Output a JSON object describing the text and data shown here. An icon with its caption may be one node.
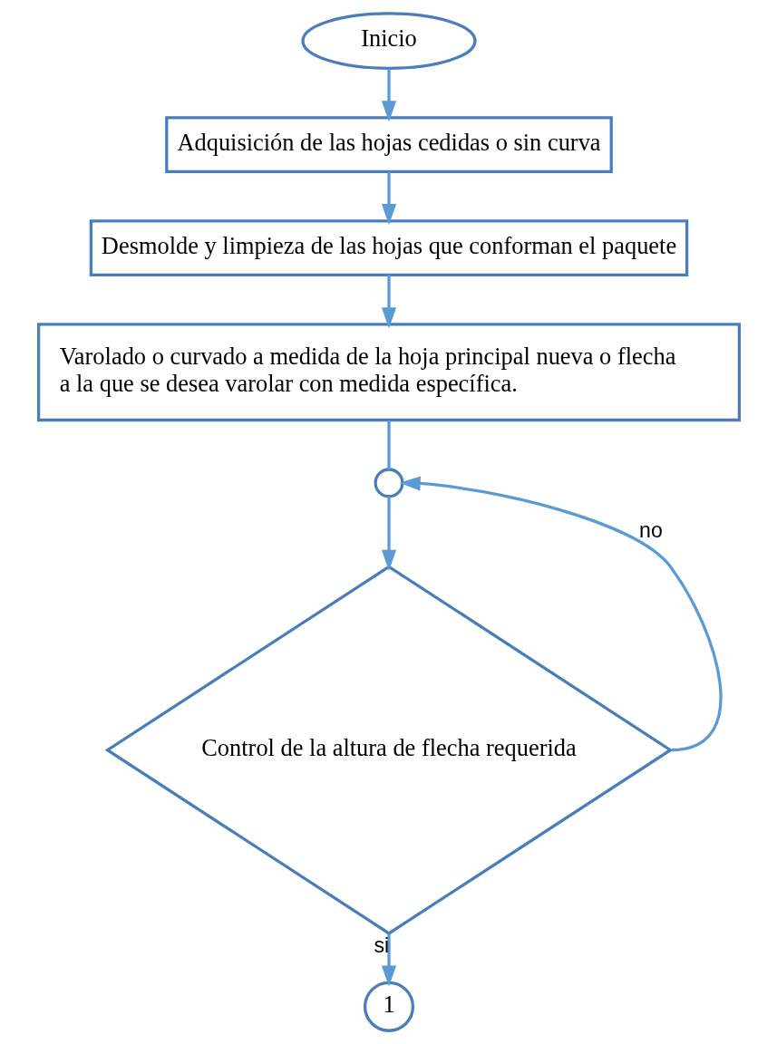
{
  "diagram": {
    "nodes": [
      {
        "text": [
          "Inicio"
        ]
      },
      {
        "text": [
          "Adquisición de las hojas cedidas o sin curva"
        ]
      },
      {
        "text": [
          "Desmolde y limpieza de las hojas que conforman el paquete"
        ]
      },
      {
        "text": [
          "Varolado o curvado a medida de la hoja principal nueva o flecha a la que se desea varolar con medida específica."
        ]
      },
      {
        "text": [],
        "shape": "circle"
      },
      {
        "text": [
          "Control de la altura de flecha requerida"
        ]
      },
      {
        "text": [
          "1"
        ]
      }
    ],
    "edges": [
      {
        "from": 0,
        "to": 1,
        "arrow": "to"
      },
      {
        "from": 1,
        "to": 2,
        "arrow": "to"
      },
      {
        "from": 2,
        "to": 3,
        "arrow": "to"
      },
      {
        "from": 3,
        "to": 4,
        "arrow": "none"
      },
      {
        "from": 4,
        "to": 5,
        "arrow": "to"
      },
      {
        "from": 5,
        "to": 4,
        "label": "no",
        "arrow": "to"
      },
      {
        "from": 5,
        "to": 6,
        "label": "si",
        "arrow": "to"
      }
    ]
  }
}
